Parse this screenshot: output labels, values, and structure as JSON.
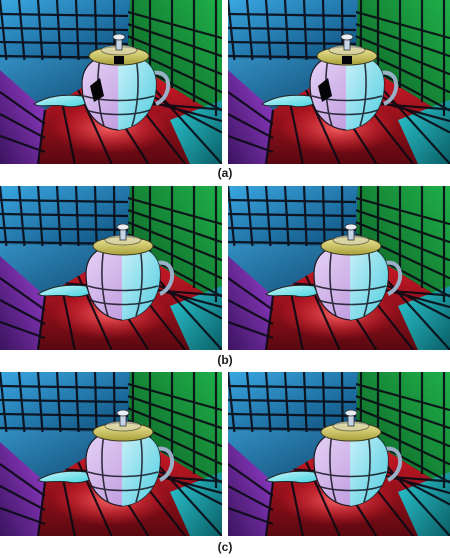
{
  "figure": {
    "rows": [
      {
        "label": "(a)",
        "panels": [
          "left",
          "right"
        ]
      },
      {
        "label": "(b)",
        "panels": [
          "left",
          "right"
        ]
      },
      {
        "label": "(c)",
        "panels": [
          "left",
          "right"
        ]
      }
    ],
    "colors": {
      "wall_back_left": "#3aa6e0",
      "wall_back_right": "#1fb04a",
      "wall_left": "#9a3fd0",
      "floor": "#e01c2a",
      "wall_right_low": "#2ccbd6",
      "teapot_body": "#b58cd8",
      "teapot_right": "#46d4e0",
      "teapot_lid": "#a8a03a",
      "grid_lines": "#0a0a14"
    },
    "icons": [
      "teapot-render"
    ]
  }
}
